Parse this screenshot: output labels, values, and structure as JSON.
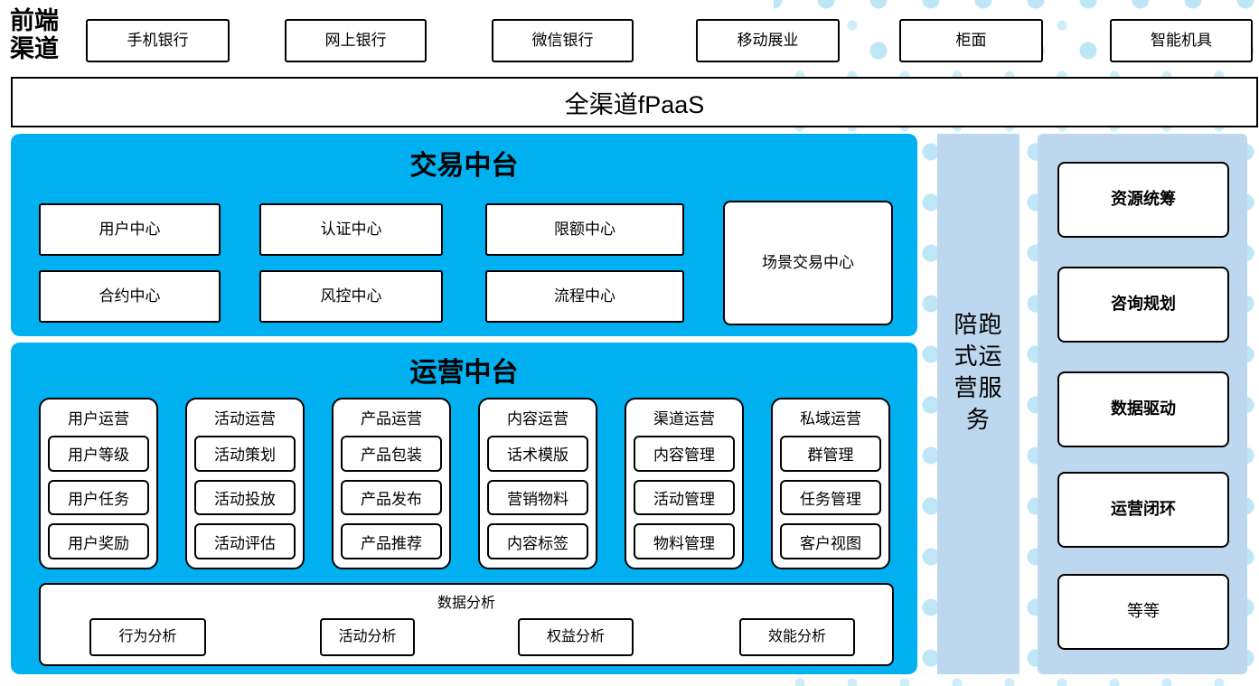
{
  "frontend": {
    "label": "前端渠道",
    "channels": [
      "手机银行",
      "网上银行",
      "微信银行",
      "移动展业",
      "柜面",
      "智能机具"
    ]
  },
  "fpaas_bar": {
    "label": "全渠道fPaaS"
  },
  "trade_platform": {
    "title": "交易中台",
    "boxes_row1": [
      "用户中心",
      "认证中心",
      "限额中心"
    ],
    "boxes_row2": [
      "合约中心",
      "风控中心",
      "流程中心"
    ],
    "tall_box": "场景交易中心"
  },
  "operation_platform": {
    "title": "运营中台",
    "columns": [
      {
        "title": "用户运营",
        "items": [
          "用户等级",
          "用户任务",
          "用户奖励"
        ]
      },
      {
        "title": "活动运营",
        "items": [
          "活动策划",
          "活动投放",
          "活动评估"
        ]
      },
      {
        "title": "产品运营",
        "items": [
          "产品包装",
          "产品发布",
          "产品推荐"
        ]
      },
      {
        "title": "内容运营",
        "items": [
          "话术模版",
          "营销物料",
          "内容标签"
        ]
      },
      {
        "title": "渠道运营",
        "items": [
          "内容管理",
          "活动管理",
          "物料管理"
        ]
      },
      {
        "title": "私域运营",
        "items": [
          "群管理",
          "任务管理",
          "客户视图"
        ]
      }
    ],
    "data_analysis": {
      "title": "数据分析",
      "items": [
        "行为分析",
        "活动分析",
        "权益分析",
        "效能分析"
      ]
    }
  },
  "side_service": {
    "label": "陪跑式运营服务"
  },
  "right_panel": {
    "items": [
      "资源统筹",
      "咨询规划",
      "数据驱动",
      "运营闭环",
      "等等"
    ]
  },
  "colors": {
    "accent_blue": "#00B0F0",
    "light_blue": "#BDD7EE",
    "dot_blue": "#C9EAF8"
  }
}
